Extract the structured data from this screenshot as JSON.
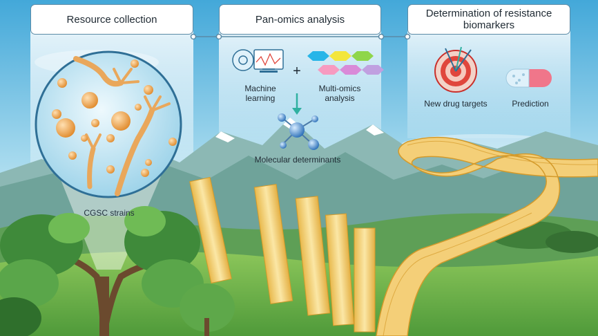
{
  "panels": {
    "resource": "Resource collection",
    "panomics": "Pan-omics analysis",
    "determination": "Determination of resistance biomarkers"
  },
  "labels": {
    "machine_learning": "Machine learning",
    "multi_omics": "Multi-omics analysis",
    "plus": "+",
    "molecular_determinants": "Molecular determinants",
    "new_drug_targets": "New drug targets",
    "prediction": "Prediction",
    "strains": "CGSC strains"
  },
  "colors": {
    "sky_top": "#43a8d9",
    "panel_border": "#5b8aa6",
    "hex_colors": [
      "#27b5e8",
      "#f3e63c",
      "#8fd64a",
      "#f79ac0",
      "#d98ad8",
      "#c0a0e0"
    ],
    "ribbon": "#f2c86a",
    "ribbon_dark": "#d49a2a"
  }
}
